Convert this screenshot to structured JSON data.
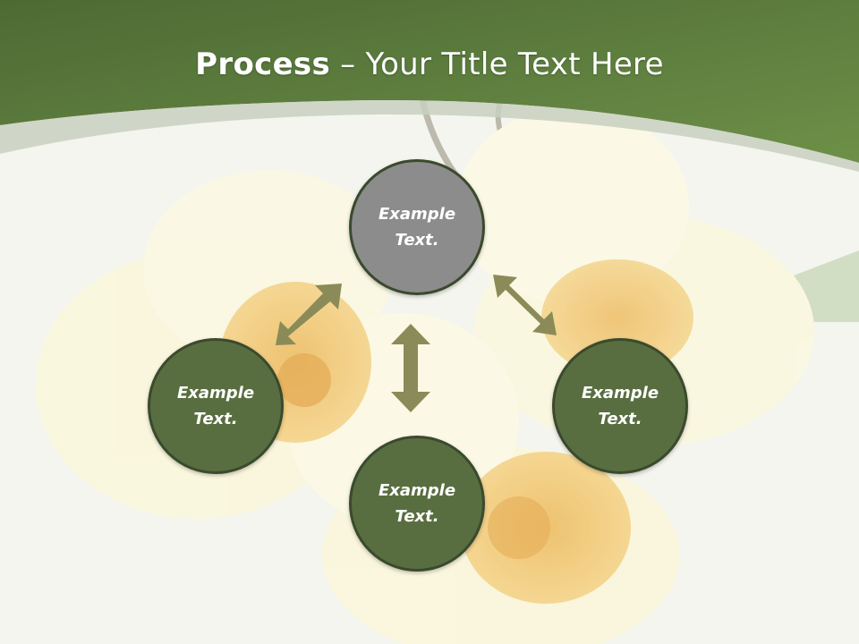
{
  "slide": {
    "title_bold": "Process",
    "title_rest": " – Your Title Text Here",
    "colors": {
      "header_dark": "#4f6b36",
      "header_light": "#6f9150",
      "node_green": "#596e40",
      "node_gray": "#8c8c8c",
      "node_border": "#3a4a2d",
      "arrow": "#8a8b58"
    }
  },
  "diagram": {
    "nodes": [
      {
        "id": "top",
        "line1": "Example",
        "line2": "Text.",
        "fill": "gray"
      },
      {
        "id": "left",
        "line1": "Example",
        "line2": "Text.",
        "fill": "green"
      },
      {
        "id": "right",
        "line1": "Example",
        "line2": "Text.",
        "fill": "green"
      },
      {
        "id": "bottom",
        "line1": "Example",
        "line2": "Text.",
        "fill": "green"
      }
    ]
  }
}
